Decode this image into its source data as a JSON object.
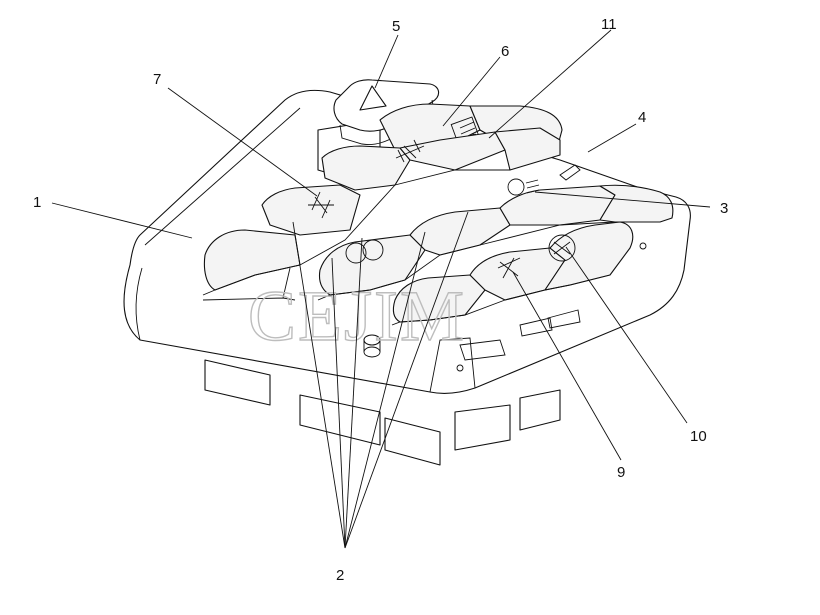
{
  "watermark": "CEJIM",
  "callouts": [
    {
      "id": "c1",
      "label": "1"
    },
    {
      "id": "c2",
      "label": "2"
    },
    {
      "id": "c3",
      "label": "3"
    },
    {
      "id": "c4",
      "label": "4"
    },
    {
      "id": "c5",
      "label": "5"
    },
    {
      "id": "c6",
      "label": "6"
    },
    {
      "id": "c7",
      "label": "7"
    },
    {
      "id": "c9",
      "label": "9"
    },
    {
      "id": "c10",
      "label": "10"
    },
    {
      "id": "c11",
      "label": "11"
    }
  ]
}
